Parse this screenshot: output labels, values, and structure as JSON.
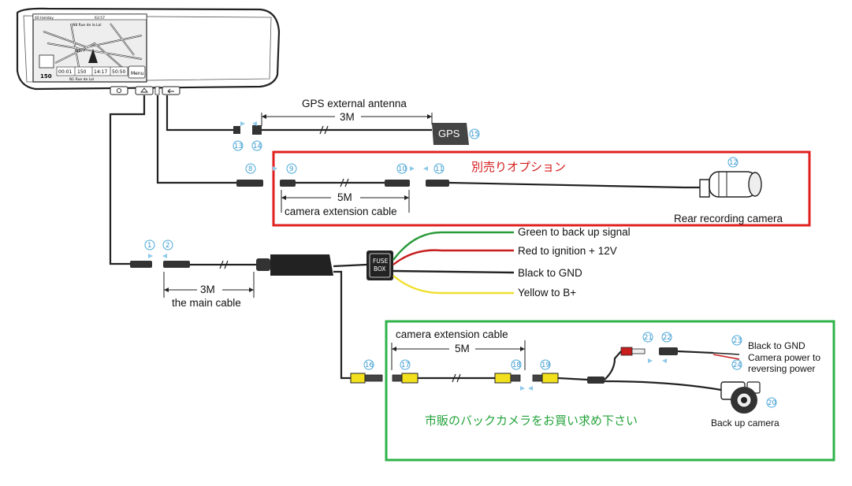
{
  "mirror": {
    "screen": {
      "top_left": "40 Holiday",
      "top_right": "63:57",
      "road_top": "N8 Rue de la Lol",
      "road_mid": "N277",
      "speed": "150",
      "cells": [
        "00:01",
        "150",
        "14:17",
        "50:50"
      ],
      "menu": "Menu",
      "bottom": "N1 Rue de Lol"
    }
  },
  "labels": {
    "gps_antenna": "GPS external antenna",
    "gps_len": "3M",
    "gps_box": "GPS",
    "option_title": "別売りオプション",
    "cam_ext_len_1": "5M",
    "cam_ext_cable_1": "camera extension cable",
    "rear_camera": "Rear recording camera",
    "main_len": "3M",
    "main_cable": "the main cable",
    "fuse_box_1": "FUSE",
    "fuse_box_2": "BOX",
    "green_wire": "Green to back up signal",
    "red_wire": "Red to ignition + 12V",
    "black_wire": "Black to GND",
    "yellow_wire": "Yellow to B+",
    "cam_ext_cable_2": "camera extension cable",
    "cam_ext_len_2": "5M",
    "black_gnd_2": "Black to GND",
    "cam_power_1": "Camera power to",
    "cam_power_2": "reversing power",
    "backup_camera": "Back up camera",
    "buy_note": "市販のバックカメラをお買い求め下さい"
  },
  "callouts": [
    "1",
    "2",
    "8",
    "9",
    "10",
    "11",
    "12",
    "13",
    "14",
    "15",
    "16",
    "17",
    "18",
    "19",
    "20",
    "21",
    "22",
    "23",
    "24"
  ],
  "colors": {
    "option_box": "#e02020",
    "buy_box": "#2fb34a",
    "wire_green": "#2a9a3a",
    "wire_red": "#c81e1e",
    "wire_yellow": "#f0e030",
    "rca_yellow": "#f2e01c",
    "callout": "#3a98cf"
  }
}
